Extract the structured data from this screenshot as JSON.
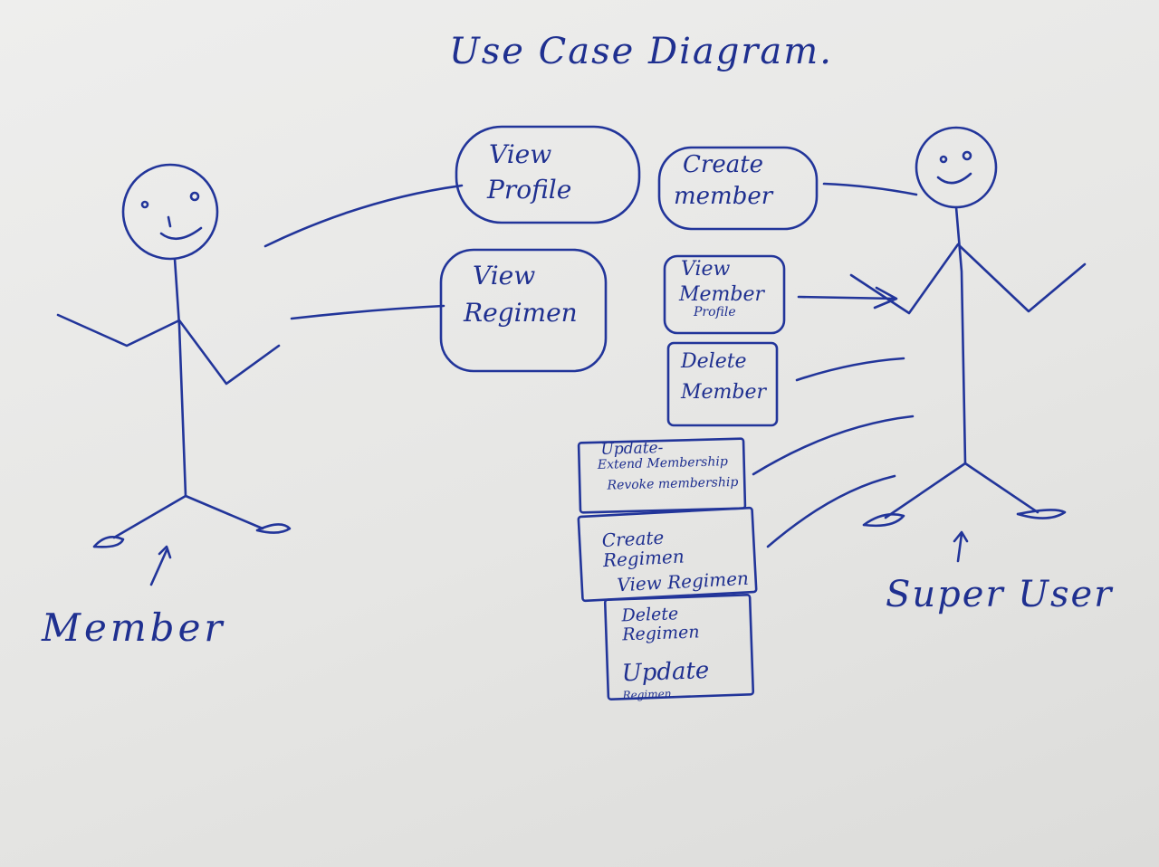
{
  "title": "Use Case Diagram.",
  "actors": {
    "member": {
      "label": "Member"
    },
    "super_user": {
      "label": "Super User"
    }
  },
  "use_cases": {
    "view_profile": {
      "line1": "View",
      "line2": "Profile"
    },
    "view_regimen": {
      "line1": "View",
      "line2": "Regimen"
    },
    "create_member": {
      "line1": "Create",
      "line2": "member"
    },
    "view_member_profile": {
      "line1": "View",
      "line2": "Member",
      "line3": "Profile"
    },
    "delete_member": {
      "line1": "Delete",
      "line2": "Member"
    },
    "update_member": {
      "line1": "Update-",
      "line2": "Extend Membership",
      "line3": "Revoke membership"
    },
    "create_regimen": {
      "line1": "Create Regimen",
      "line2": "View Regimen"
    },
    "delete_regimen": {
      "line1": "Delete Regimen",
      "line2": "Update",
      "line3": "Regimen."
    }
  }
}
